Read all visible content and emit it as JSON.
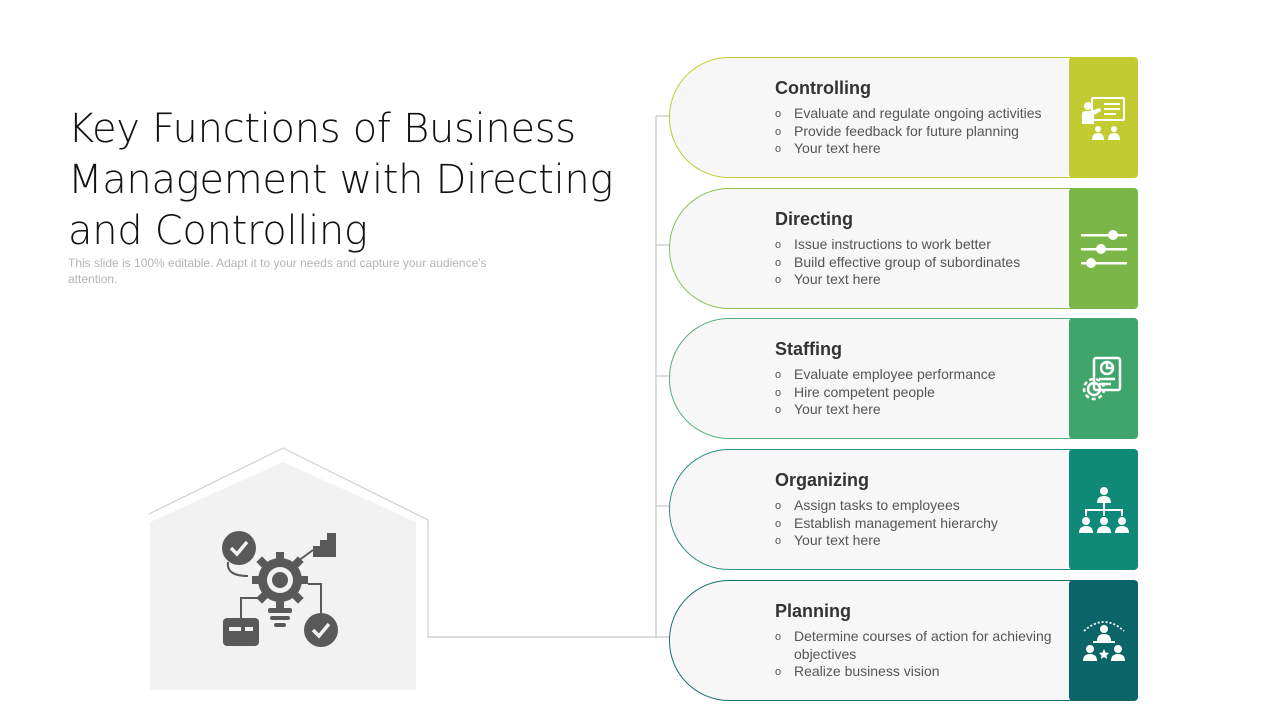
{
  "slide": {
    "title": "Key Functions of Business Management with Directing and Controlling",
    "subtitle": "This slide is 100% editable. Adapt it to your needs and capture your audience's attention."
  },
  "center_icon": "lightbulb-gear-process-icon",
  "functions": [
    {
      "title": "Controlling",
      "color": "#c2cb31",
      "icon": "presentation-board-icon",
      "items": [
        "Evaluate and regulate ongoing activities",
        "Provide feedback for future planning",
        "Your text here"
      ]
    },
    {
      "title": "Directing",
      "color": "#7ab648",
      "icon": "sliders-icon",
      "items": [
        "Issue instructions to work better",
        "Build effective group of subordinates",
        "Your text here"
      ]
    },
    {
      "title": "Staffing",
      "color": "#3fa56b",
      "icon": "report-gear-icon",
      "items": [
        "Evaluate employee performance",
        "Hire competent people",
        "Your text here"
      ]
    },
    {
      "title": "Organizing",
      "color": "#0f8a78",
      "icon": "org-chart-icon",
      "items": [
        "Assign tasks to employees",
        "Establish management hierarchy",
        "Your text here"
      ]
    },
    {
      "title": "Planning",
      "color": "#0b6467",
      "icon": "team-meeting-icon",
      "items": [
        "Determine courses of action for achieving objectives",
        "Realize business vision"
      ]
    }
  ]
}
